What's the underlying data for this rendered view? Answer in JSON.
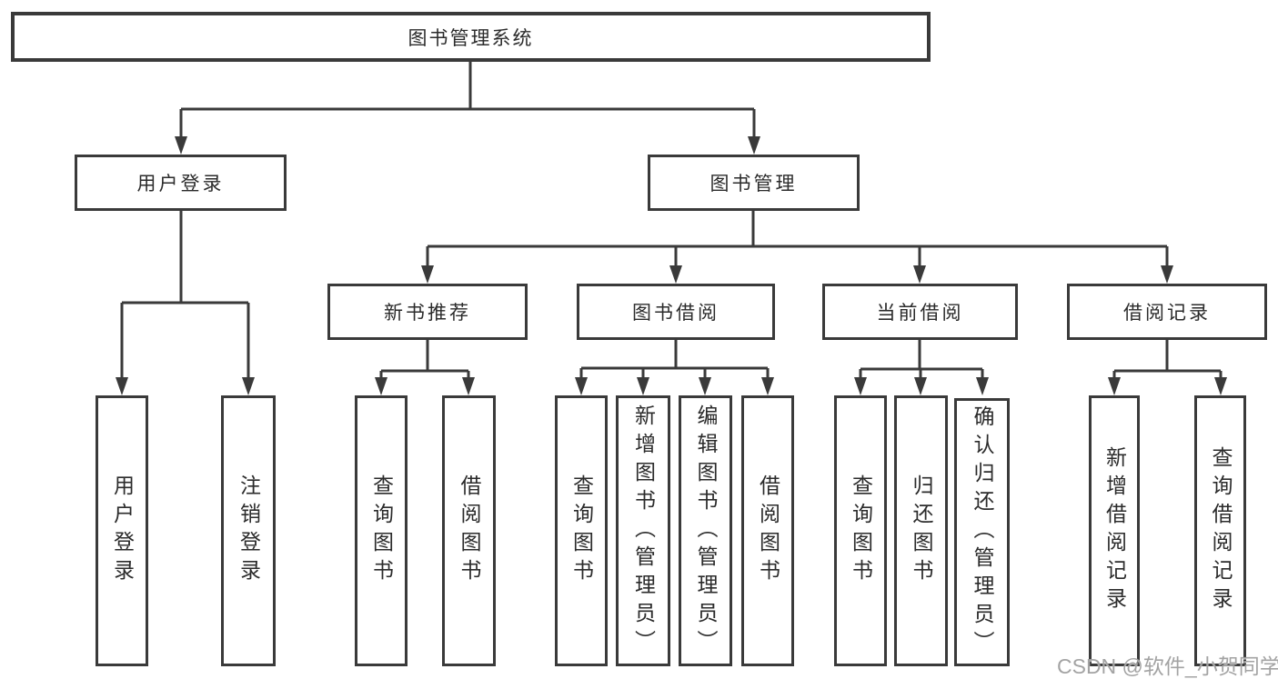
{
  "diagram": {
    "root": {
      "label": "图书管理系统"
    },
    "branches": [
      {
        "label": "用户登录",
        "children": [
          {
            "label": "用户登录"
          },
          {
            "label": "注销登录"
          }
        ]
      },
      {
        "label": "图书管理",
        "children": [
          {
            "label": "新书推荐",
            "children": [
              {
                "label": "查询图书"
              },
              {
                "label": "借阅图书"
              }
            ]
          },
          {
            "label": "图书借阅",
            "children": [
              {
                "label": "查询图书"
              },
              {
                "label": "新增图书（管理员）"
              },
              {
                "label": "编辑图书（管理员）"
              },
              {
                "label": "借阅图书"
              }
            ]
          },
          {
            "label": "当前借阅",
            "children": [
              {
                "label": "查询图书"
              },
              {
                "label": "归还图书"
              },
              {
                "label": "确认归还（管理员）"
              }
            ]
          },
          {
            "label": "借阅记录",
            "children": [
              {
                "label": "新增借阅记录"
              },
              {
                "label": "查询借阅记录"
              }
            ]
          }
        ]
      }
    ]
  },
  "watermark": "CSDN @软件_小贺同学",
  "colors": {
    "line": "#3a3a3a",
    "text": "#2b2b2b",
    "box_background": "#ffffff",
    "watermark": "#9e9e9e",
    "background": "#ffffff"
  }
}
